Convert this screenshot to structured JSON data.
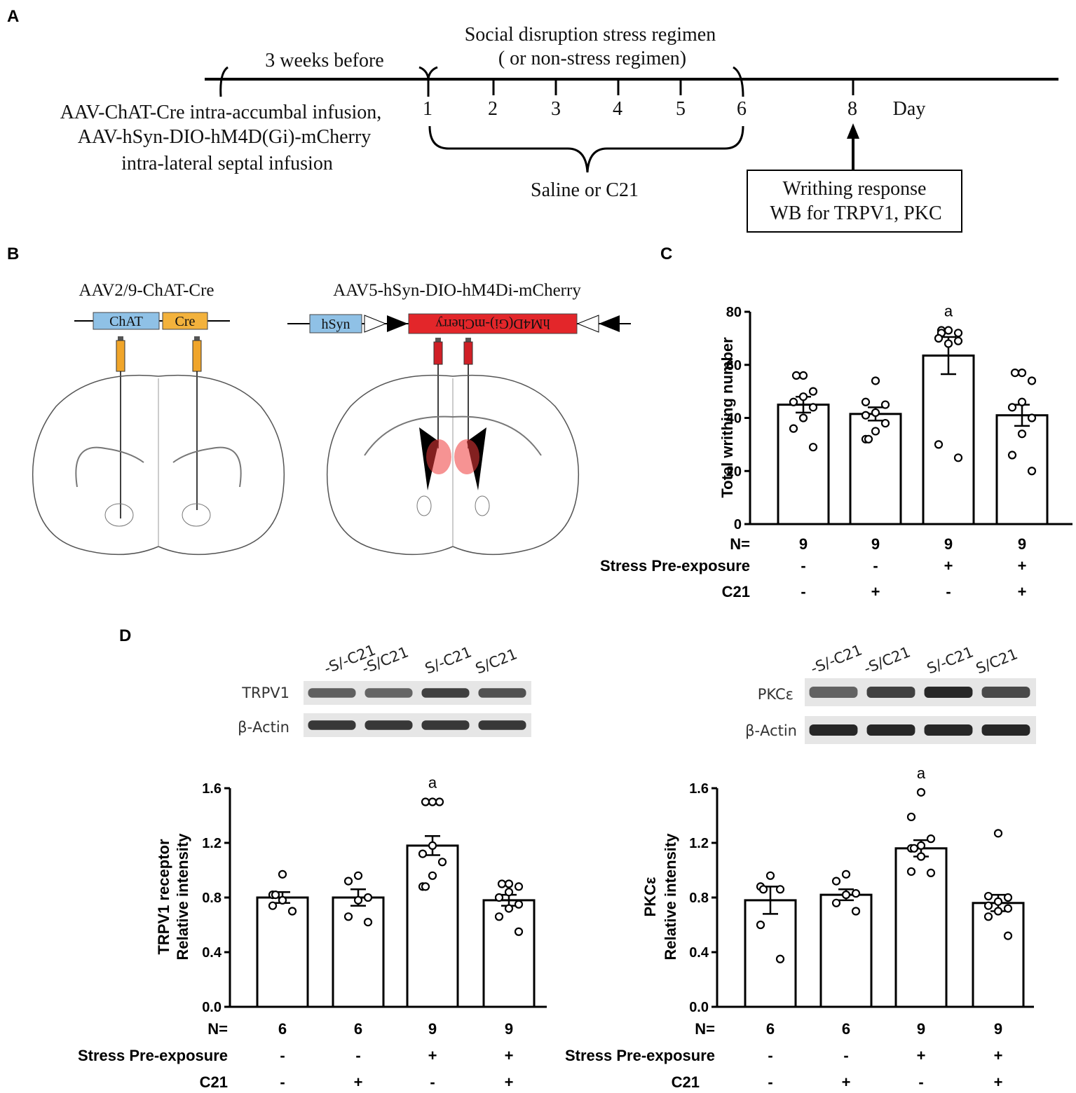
{
  "panels": {
    "A": "A",
    "B": "B",
    "C": "C",
    "D": "D"
  },
  "timeline": {
    "before_label": "3 weeks before",
    "regimen_line1": "Social disruption stress regimen",
    "regimen_line2": "( or non-stress regimen)",
    "days": [
      "1",
      "2",
      "3",
      "4",
      "5",
      "6",
      "8"
    ],
    "day_label": "Day",
    "infusion_lines": [
      "AAV-ChAT-Cre intra-accumbal infusion,",
      "AAV-hSyn-DIO-hM4D(Gi)-mCherry",
      "intra-lateral septal infusion"
    ],
    "treatment": "Saline or C21",
    "outcome_lines": [
      "Writhing response",
      "WB for TRPV1, PKC"
    ]
  },
  "constructs": {
    "left": {
      "title": "AAV2/9-ChAT-Cre",
      "elements": [
        "ChAT",
        "Cre"
      ]
    },
    "right": {
      "title": "AAV5-hSyn-DIO-hM4Di-mCherry",
      "elements": [
        "hSyn",
        "hM4D(Gi)-mCherry"
      ]
    }
  },
  "colors": {
    "promoter_box": "#8fc1e6",
    "cre_box": "#f3b23c",
    "mcherry_box": "#e3262a",
    "syringe_orange": "#f0a52a",
    "syringe_red": "#d01f26",
    "red_spot": "#ee3b3b"
  },
  "blots": {
    "lanes": [
      "-S/-C21",
      "-S/C21",
      "S/-C21",
      "S/C21"
    ],
    "left": {
      "target": "TRPV1",
      "loading": "β-Actin",
      "target_intensity": [
        0.62,
        0.58,
        0.8,
        0.7
      ],
      "loading_intensity": [
        0.85,
        0.85,
        0.85,
        0.85
      ]
    },
    "right": {
      "target": "PKCε",
      "loading": "β-Actin",
      "target_intensity": [
        0.6,
        0.8,
        0.95,
        0.75
      ],
      "loading_intensity": [
        0.95,
        0.95,
        0.95,
        0.95
      ]
    }
  },
  "group_rows": {
    "n_label": "N=",
    "stress_label": "Stress Pre-exposure",
    "c21_label": "C21",
    "stress": [
      "-",
      "-",
      "+",
      "+"
    ],
    "c21": [
      "-",
      "+",
      "-",
      "+"
    ]
  },
  "chart_data": [
    {
      "id": "C",
      "type": "bar",
      "ylabel": "Total writhing number",
      "ylim": [
        0,
        80
      ],
      "yticks": [
        0,
        20,
        40,
        60,
        80
      ],
      "groups": [
        "-/-",
        "-/+",
        "+/-",
        "+/+"
      ],
      "values": [
        45,
        41.5,
        63.5,
        41
      ],
      "sem": [
        3,
        2.5,
        7,
        4
      ],
      "n": [
        9,
        9,
        9,
        9
      ],
      "points": [
        [
          56,
          56,
          50,
          48,
          46,
          44,
          40,
          36,
          29
        ],
        [
          54,
          46,
          45,
          42,
          41,
          38,
          35,
          32,
          32
        ],
        [
          73,
          73,
          72,
          72,
          70,
          69,
          68,
          30,
          25
        ],
        [
          57,
          57,
          54,
          46,
          44,
          40,
          34,
          26,
          20
        ]
      ],
      "significance": [
        "",
        "",
        "a",
        ""
      ]
    },
    {
      "id": "D-TRPV1",
      "type": "bar",
      "ylabel_lines": [
        "TRPV1 receptor",
        "Relative intensity"
      ],
      "ylim": [
        0,
        1.6
      ],
      "yticks": [
        0.0,
        0.4,
        0.8,
        1.2,
        1.6
      ],
      "groups": [
        "-/-",
        "-/+",
        "+/-",
        "+/+"
      ],
      "values": [
        0.8,
        0.8,
        1.18,
        0.78
      ],
      "sem": [
        0.04,
        0.06,
        0.07,
        0.04
      ],
      "n": [
        6,
        6,
        9,
        9
      ],
      "points": [
        [
          0.97,
          0.82,
          0.82,
          0.78,
          0.74,
          0.7
        ],
        [
          0.96,
          0.92,
          0.8,
          0.78,
          0.66,
          0.62
        ],
        [
          1.5,
          1.5,
          1.5,
          1.18,
          1.12,
          1.06,
          0.96,
          0.88,
          0.88
        ],
        [
          0.9,
          0.9,
          0.88,
          0.84,
          0.8,
          0.75,
          0.72,
          0.66,
          0.55
        ]
      ],
      "significance": [
        "",
        "",
        "a",
        ""
      ]
    },
    {
      "id": "D-PKC",
      "type": "bar",
      "ylabel_lines": [
        "PKCε",
        "Relative intensity"
      ],
      "ylim": [
        0,
        1.6
      ],
      "yticks": [
        0.0,
        0.4,
        0.8,
        1.2,
        1.6
      ],
      "groups": [
        "-/-",
        "-/+",
        "+/-",
        "+/+"
      ],
      "values": [
        0.78,
        0.82,
        1.16,
        0.76
      ],
      "sem": [
        0.1,
        0.04,
        0.06,
        0.06
      ],
      "n": [
        6,
        6,
        9,
        9
      ],
      "points": [
        [
          0.96,
          0.88,
          0.86,
          0.86,
          0.6,
          0.35
        ],
        [
          0.97,
          0.92,
          0.83,
          0.82,
          0.76,
          0.7
        ],
        [
          1.57,
          1.39,
          1.23,
          1.18,
          1.16,
          1.16,
          1.1,
          0.99,
          0.98
        ],
        [
          1.27,
          0.81,
          0.8,
          0.77,
          0.74,
          0.72,
          0.7,
          0.66,
          0.52
        ]
      ],
      "significance": [
        "",
        "",
        "a",
        ""
      ]
    }
  ]
}
